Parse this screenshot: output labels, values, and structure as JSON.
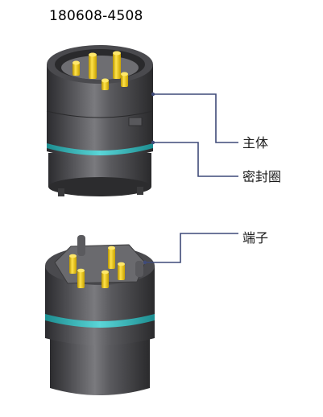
{
  "part_number": "180608-4508",
  "callouts": {
    "body": "主体",
    "seal_ring": "密封圈",
    "terminal": "端子"
  },
  "colors": {
    "housing": "#3d3d40",
    "pin_gold": "#e8c400",
    "seal_teal": "#2bbbbd",
    "leader_line": "#3f4a78"
  }
}
